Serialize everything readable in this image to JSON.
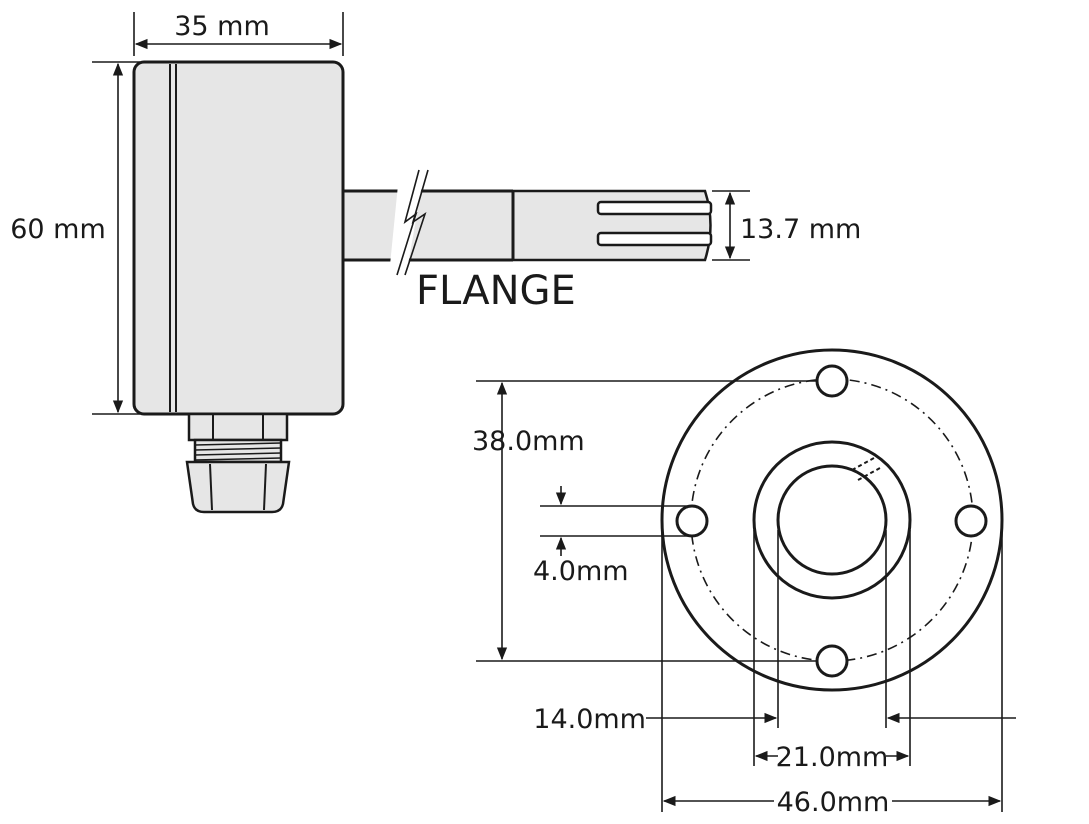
{
  "labels": {
    "width_35": "35 mm",
    "height_60": "60 mm",
    "probe_diameter": "13.7 mm",
    "section_title": "FLANGE",
    "hole_spacing": "38.0mm",
    "hole_diameter": "4.0mm",
    "inner_bore": "14.0mm",
    "collar_diameter": "21.0mm",
    "flange_diameter": "46.0mm"
  },
  "colors": {
    "body_fill": "#e6e6e6",
    "line": "#1a1a1a",
    "background": "#ffffff"
  }
}
